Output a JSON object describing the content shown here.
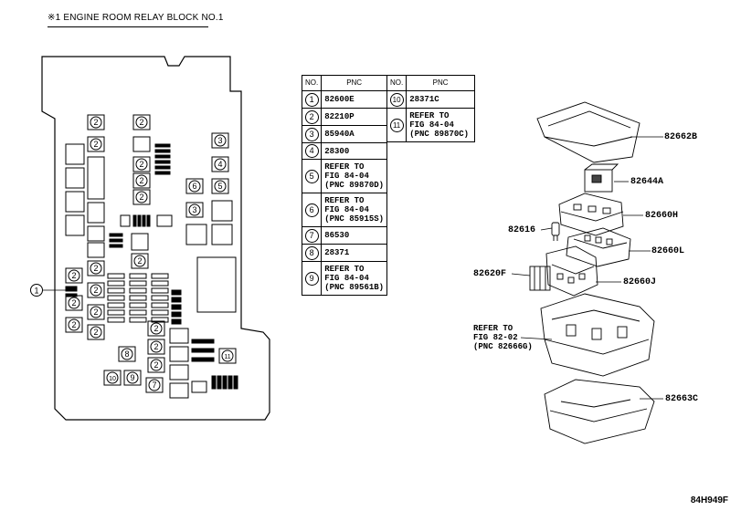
{
  "title": "※1 ENGINE ROOM RELAY BLOCK NO.1",
  "table_left": {
    "headers": [
      "NO.",
      "PNC"
    ],
    "rows": [
      {
        "no": "1",
        "pnc": "82600E"
      },
      {
        "no": "2",
        "pnc": "82210P"
      },
      {
        "no": "3",
        "pnc": "85940A"
      },
      {
        "no": "4",
        "pnc": "28300"
      },
      {
        "no": "5",
        "pnc": "REFER TO\nFIG 84-04\n(PNC 89870D)"
      },
      {
        "no": "6",
        "pnc": "REFER TO\nFIG 84-04\n(PNC 85915S)"
      },
      {
        "no": "7",
        "pnc": "86530"
      },
      {
        "no": "8",
        "pnc": "28371"
      },
      {
        "no": "9",
        "pnc": "REFER TO\nFIG 84-04\n(PNC 89561B)"
      }
    ]
  },
  "table_right": {
    "headers": [
      "NO.",
      "PNC"
    ],
    "rows": [
      {
        "no": "10",
        "pnc": "28371C"
      },
      {
        "no": "11",
        "pnc": "REFER TO\nFIG 84-04\n(PNC 89870C)"
      }
    ]
  },
  "parts": {
    "p82662B": "82662B",
    "p82644A": "82644A",
    "p82660H": "82660H",
    "p82616": "82616",
    "p82660L": "82660L",
    "p82620F": "82620F",
    "p82660J": "82660J",
    "ref_82666G": "REFER TO\nFIG 82-02\n(PNC 82666G)",
    "p82663C": "82663C"
  },
  "callout_1": "1",
  "drawing_code": "84H949F"
}
